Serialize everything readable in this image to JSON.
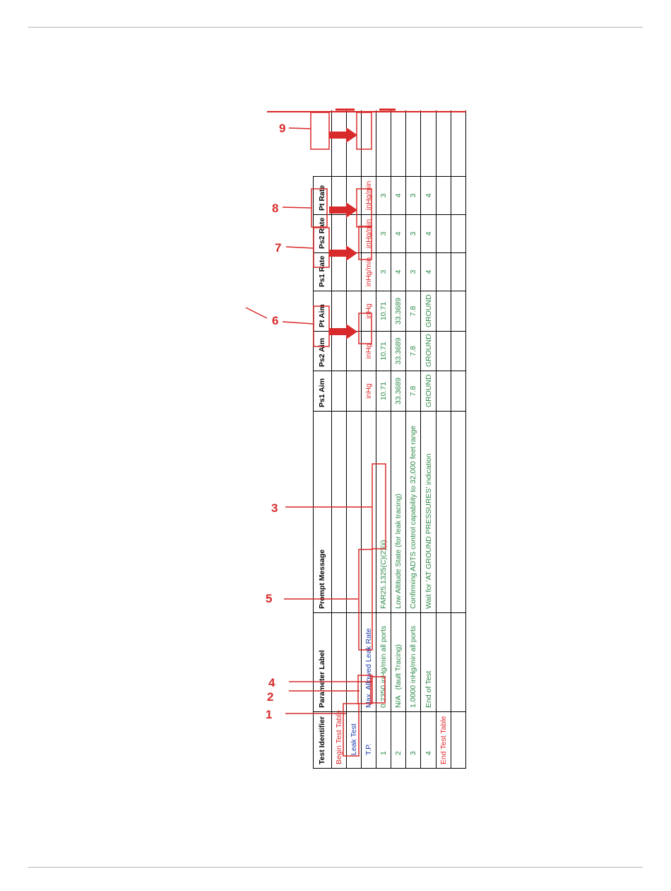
{
  "table": {
    "headers": [
      "Test Identifier",
      "Parameter Label",
      "Prompt Message",
      "Ps1 Aim",
      "Ps2 Aim",
      "Pt Aim",
      "Ps1 Rate",
      "Ps2 Rate",
      "Pt Rate"
    ],
    "rows": {
      "begin": "Begin Test Table",
      "leak_test": "Leak Test",
      "tp_ident": "T.P.",
      "max_label": "Max. Allowed Leak Rate",
      "units": [
        "inHg",
        "inHg",
        "inHg",
        "inHg/min",
        "inHg/min",
        "inHg/min"
      ],
      "steps": [
        {
          "id": "1",
          "label": "0.2350 inHg/min all ports",
          "prompt": "FAR25.1325(C)(2)(ii)",
          "ps1": "10.71",
          "ps2": "10.71",
          "pt": "10.71",
          "r1": "3",
          "r2": "3",
          "r3": "3"
        },
        {
          "id": "2",
          "label": "N/A   (fault Tracing)",
          "prompt": "Low Altitude State (for leak tracing)",
          "ps1": "33.3689",
          "ps2": "33.3689",
          "pt": "33.3689",
          "r1": "4",
          "r2": "4",
          "r3": "4"
        },
        {
          "id": "3",
          "label": "1.0000 inHg/min all ports",
          "prompt": "Confirming ADTS control capability to 32,000 feet range",
          "ps1": "7.8",
          "ps2": "7.8",
          "pt": "7.8",
          "r1": "3",
          "r2": "3",
          "r3": "3"
        },
        {
          "id": "4",
          "label": "End of Test",
          "prompt": "Wait for 'AT GROUND PRESSURES' indication",
          "ps1": "GROUND",
          "ps2": "GROUND",
          "pt": "GROUND",
          "r1": "4",
          "r2": "4",
          "r3": "4"
        }
      ],
      "end": "End Test Table"
    }
  },
  "callouts": [
    "1",
    "2",
    "3",
    "4",
    "5",
    "6",
    "7",
    "8",
    "9"
  ],
  "colors": {
    "accent_red": "#e0282b",
    "blue": "#1a3aa8",
    "green": "#2f8a4a"
  }
}
